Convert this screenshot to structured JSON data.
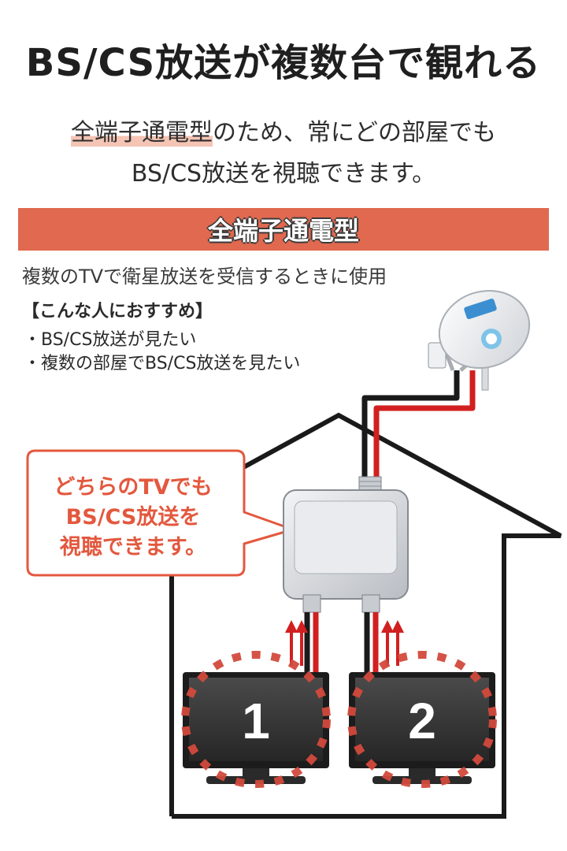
{
  "title": "BS/CS放送が複数台で観れる",
  "lead": {
    "highlight": "全端子通電型",
    "line1_rest": "のため、常にどの部屋でも",
    "line2": "BS/CS放送を視聴できます。"
  },
  "band_label": "全端子通電型",
  "subline": "複数のTVで衛星放送を受信するときに使用",
  "recommend": {
    "heading": "【こんな人におすすめ】",
    "items": [
      "・BS/CS放送が見たい",
      "・複数の部屋でBS/CS放送を見たい"
    ]
  },
  "bubble": {
    "lines": [
      "どちらのTVでも",
      "BS/CS放送を",
      "視聴できます。"
    ]
  },
  "tvs": [
    {
      "number": "1"
    },
    {
      "number": "2"
    }
  ],
  "colors": {
    "accent": "#e0694f",
    "bubble_text": "#e3583e",
    "highlight": "#f4c4b4",
    "cable_red": "#d21f1f",
    "cable_black": "#1a1a1a",
    "dots": "#d24a3c"
  }
}
